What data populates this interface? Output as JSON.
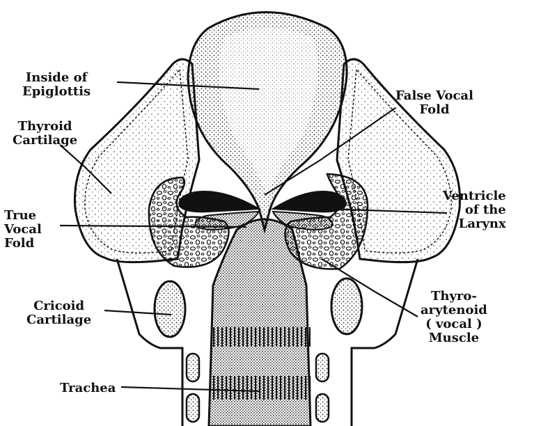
{
  "labels": {
    "epiglottis": [
      "Inside of",
      "Epiglottis"
    ],
    "thyroid": [
      "Thyroid",
      "Cartilage"
    ],
    "true_fold": [
      "True",
      "Vocal",
      "Fold"
    ],
    "cricoid": [
      "Cricoid",
      "Cartilage"
    ],
    "trachea": [
      "Trachea"
    ],
    "false_fold": [
      "False Vocal",
      "Fold"
    ],
    "ventricle": [
      "Ventricle",
      "of the",
      "Larynx"
    ],
    "muscle": [
      "Thyro-",
      "arytenoid",
      "( vocal )",
      "Muscle"
    ]
  },
  "colors": {
    "ink": "#111111",
    "paper": "#ffffff"
  }
}
